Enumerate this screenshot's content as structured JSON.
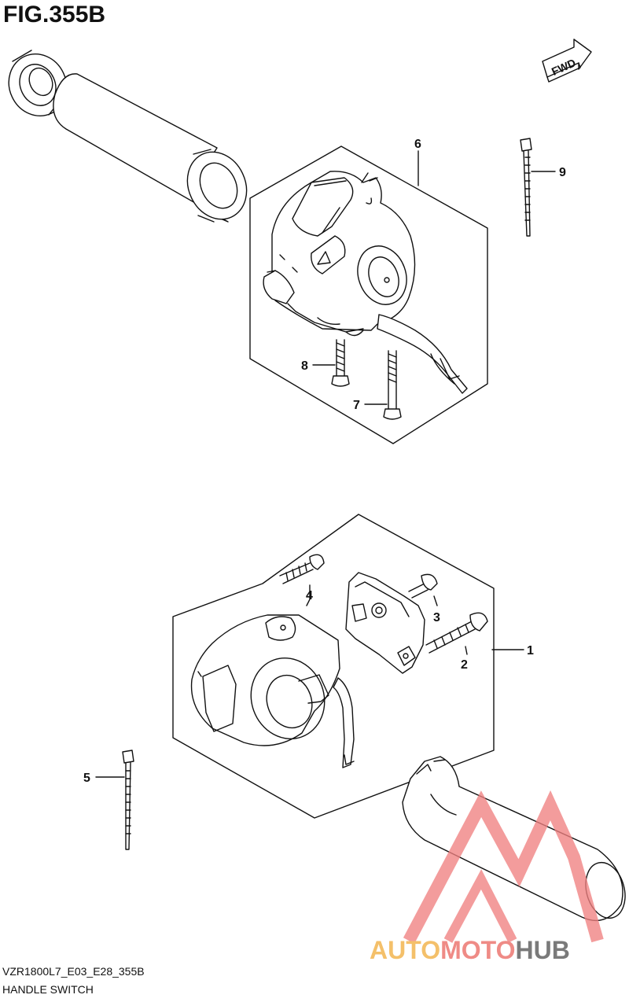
{
  "figure": {
    "title": "FIG.355B",
    "code": "VZR1800L7_E03_E28_355B",
    "name": "HANDLE SWITCH",
    "fwd_label": "FWD"
  },
  "callouts": {
    "c1": "1",
    "c2": "2",
    "c3": "3",
    "c4": "4",
    "c5": "5",
    "c6": "6",
    "c7": "7",
    "c8": "8",
    "c9": "9"
  },
  "watermark": {
    "part1": "AUTO",
    "part2": "MOTO",
    "part3": "HUB",
    "colors": {
      "auto": "#f4c06a",
      "moto": "#ef8b86",
      "hub": "#7a7a7a",
      "triangle": "#f08080"
    }
  },
  "colors": {
    "line": "#111111",
    "background": "#ffffff"
  }
}
